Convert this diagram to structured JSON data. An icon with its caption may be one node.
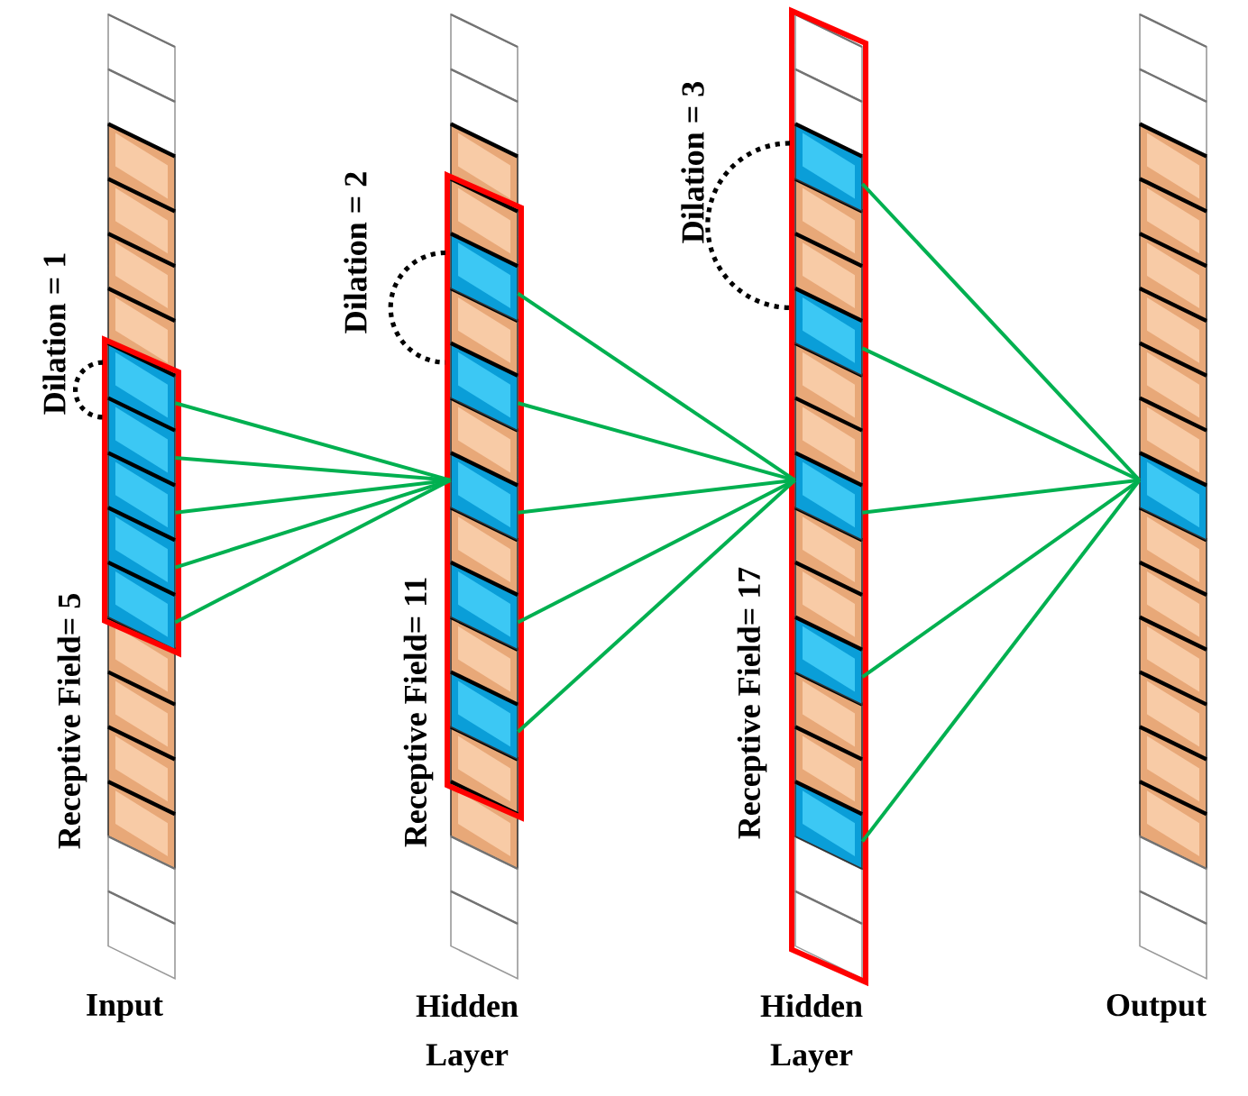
{
  "diagram": {
    "nodes": [
      {
        "text": [
          "Input"
        ]
      },
      {
        "text": [
          "Hidden Layer"
        ]
      },
      {
        "text": [
          "Hidden Layer"
        ]
      },
      {
        "text": [
          "Output"
        ]
      },
      {
        "text": [],
        "shape": "box",
        "in": 0
      },
      {
        "text": [],
        "shape": "box",
        "in": 0
      },
      {
        "text": [],
        "shape": "box",
        "in": 0
      },
      {
        "text": [],
        "shape": "box",
        "in": 0
      },
      {
        "text": [],
        "shape": "box",
        "in": 0
      },
      {
        "text": [],
        "shape": "box",
        "in": 1
      },
      {
        "text": [],
        "shape": "box",
        "in": 1
      },
      {
        "text": [],
        "shape": "box",
        "in": 1
      },
      {
        "text": [],
        "shape": "box",
        "in": 1
      },
      {
        "text": [],
        "shape": "box",
        "in": 1
      },
      {
        "text": [],
        "shape": "box",
        "in": 2
      },
      {
        "text": [],
        "shape": "box",
        "in": 2
      },
      {
        "text": [],
        "shape": "box",
        "in": 2
      },
      {
        "text": [],
        "shape": "box",
        "in": 2
      },
      {
        "text": [],
        "shape": "box",
        "in": 2
      },
      {
        "text": [],
        "shape": "box",
        "in": 3
      }
    ],
    "edges": [
      {
        "from": 4,
        "to": 11,
        "arrow": "none"
      },
      {
        "from": 5,
        "to": 11,
        "arrow": "none"
      },
      {
        "from": 6,
        "to": 11,
        "arrow": "none"
      },
      {
        "from": 7,
        "to": 11,
        "arrow": "none"
      },
      {
        "from": 8,
        "to": 11,
        "arrow": "none"
      },
      {
        "from": 9,
        "to": 16,
        "arrow": "none"
      },
      {
        "from": 10,
        "to": 16,
        "arrow": "none"
      },
      {
        "from": 11,
        "to": 16,
        "arrow": "none"
      },
      {
        "from": 12,
        "to": 16,
        "arrow": "none"
      },
      {
        "from": 13,
        "to": 16,
        "arrow": "none"
      },
      {
        "from": 14,
        "to": 19,
        "arrow": "none"
      },
      {
        "from": 15,
        "to": 19,
        "arrow": "none"
      },
      {
        "from": 16,
        "to": 19,
        "arrow": "none"
      },
      {
        "from": 17,
        "to": 19,
        "arrow": "none"
      },
      {
        "from": 18,
        "to": 19,
        "arrow": "none"
      }
    ],
    "labels": [
      "Dilation = 1",
      "Receptive Field= 5",
      "Dilation = 2",
      "Receptive Field= 11",
      "Dilation = 3",
      "Receptive Field= 17"
    ]
  }
}
